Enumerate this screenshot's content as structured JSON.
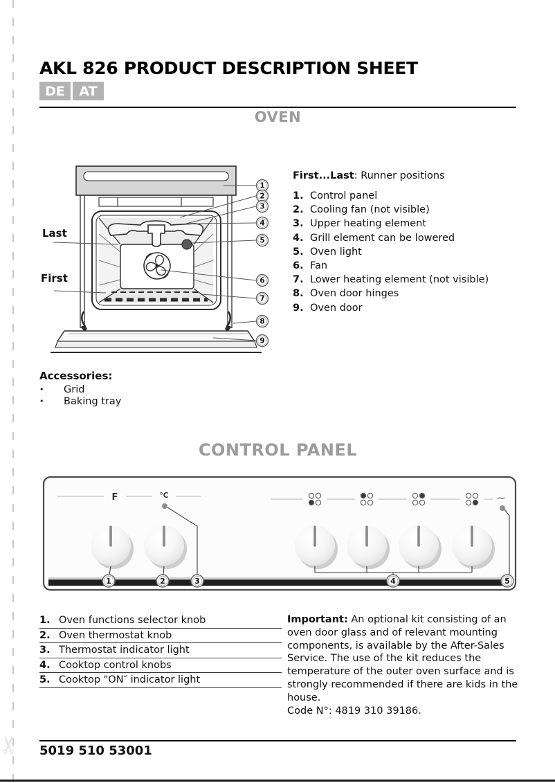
{
  "header": {
    "title": "AKL 826 PRODUCT DESCRIPTION SHEET",
    "badges": [
      "DE",
      "AT"
    ]
  },
  "oven": {
    "heading": "OVEN",
    "runner_caption_bold": "First...Last",
    "runner_caption_rest": ": Runner positions",
    "parts": [
      {
        "num": "1.",
        "label": "Control panel"
      },
      {
        "num": "2.",
        "label": "Cooling fan (not visible)"
      },
      {
        "num": "3.",
        "label": "Upper heating element"
      },
      {
        "num": "4.",
        "label": "Grill element can be lowered"
      },
      {
        "num": "5.",
        "label": "Oven light"
      },
      {
        "num": "6.",
        "label": "Fan"
      },
      {
        "num": "7.",
        "label": "Lower heating element (not visible)"
      },
      {
        "num": "8.",
        "label": "Oven door hinges"
      },
      {
        "num": "9.",
        "label": "Oven door"
      }
    ],
    "label_last": "Last",
    "label_first": "First",
    "callouts": [
      "1",
      "2",
      "3",
      "4",
      "5",
      "6",
      "7",
      "8",
      "9"
    ],
    "accessories_heading": "Accessories:",
    "accessories": [
      "Grid",
      "Baking tray"
    ]
  },
  "panel": {
    "heading": "CONTROL PANEL",
    "symbols": {
      "functions": "F",
      "thermostat": "°C",
      "power": "~"
    },
    "callouts": [
      "1",
      "2",
      "3",
      "4",
      "5"
    ],
    "legend": [
      {
        "num": "1.",
        "label": "Oven functions selector knob"
      },
      {
        "num": "2.",
        "label": "Oven thermostat knob"
      },
      {
        "num": "3.",
        "label": "Thermostat indicator light"
      },
      {
        "num": "4.",
        "label": "Cooktop control knobs"
      },
      {
        "num": "5.",
        "label": "Cooktop \"ON″ indicator light"
      }
    ],
    "important_bold": "Important:",
    "important_text": " An optional kit consisting of an oven door glass and of relevant mounting components, is available by the After-Sales Service. The use of the kit reduces the temperature of the outer oven surface and is strongly recommended if there are kids in the house.",
    "important_code": "Code N°: 4819 310 39186."
  },
  "footer": {
    "code": "5019 510 53001"
  },
  "colors": {
    "heading_gray": "#9c9c9c",
    "badge_gray": "#b3b3b3",
    "panel_strip": "#1f1f1f"
  }
}
